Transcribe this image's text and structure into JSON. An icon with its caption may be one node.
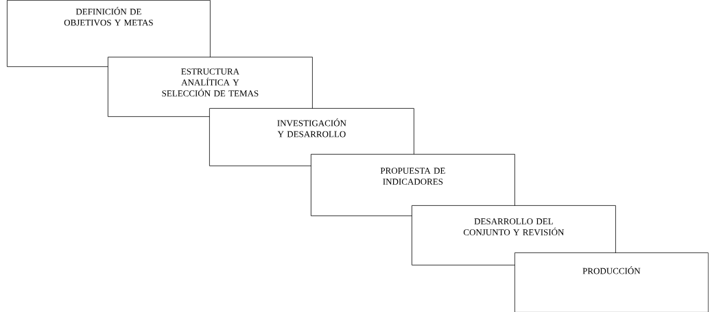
{
  "diagram": {
    "nodes": [
      {
        "text": [
          "DEFINICIÓN DE OBJETIVOS Y METAS"
        ]
      },
      {
        "text": [
          "ESTRUCTURA ANALÍTICA Y SELECCIÓN DE TEMAS"
        ]
      },
      {
        "text": [
          "INVESTIGACIÓN Y DESARROLLO"
        ]
      },
      {
        "text": [
          "PROPUESTA DE INDICADORES"
        ]
      },
      {
        "text": [
          "DESARROLLO DEL CONJUNTO Y REVISIÓN"
        ]
      },
      {
        "text": [
          "PRODUCCIÓN"
        ]
      }
    ]
  }
}
